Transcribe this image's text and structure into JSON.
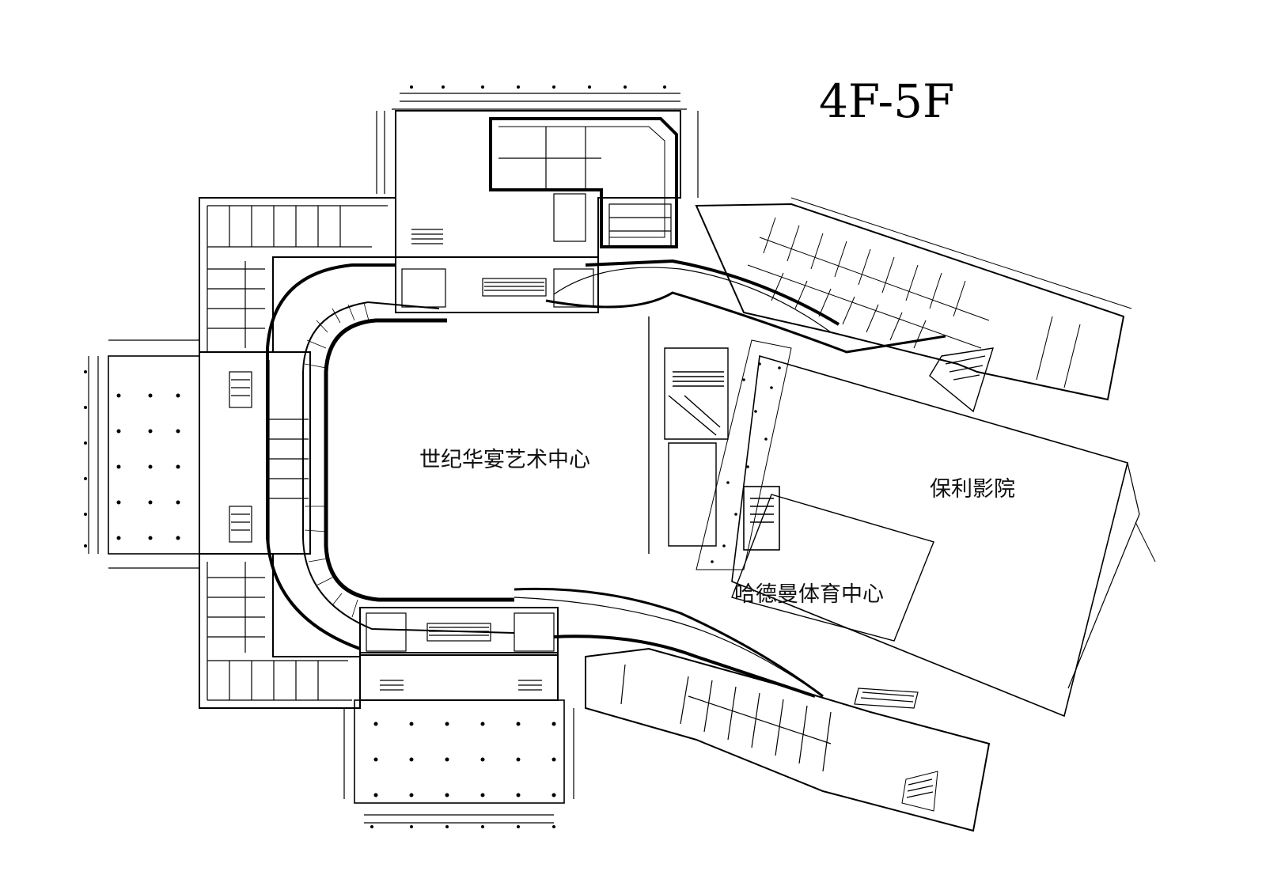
{
  "plan": {
    "title": "4F-5F",
    "zones": {
      "art_center": "世纪华宴艺术中心",
      "cinema": "保利影院",
      "sports_center": "哈德曼体育中心"
    }
  },
  "colors": {
    "line": "#000000",
    "background": "#ffffff"
  }
}
